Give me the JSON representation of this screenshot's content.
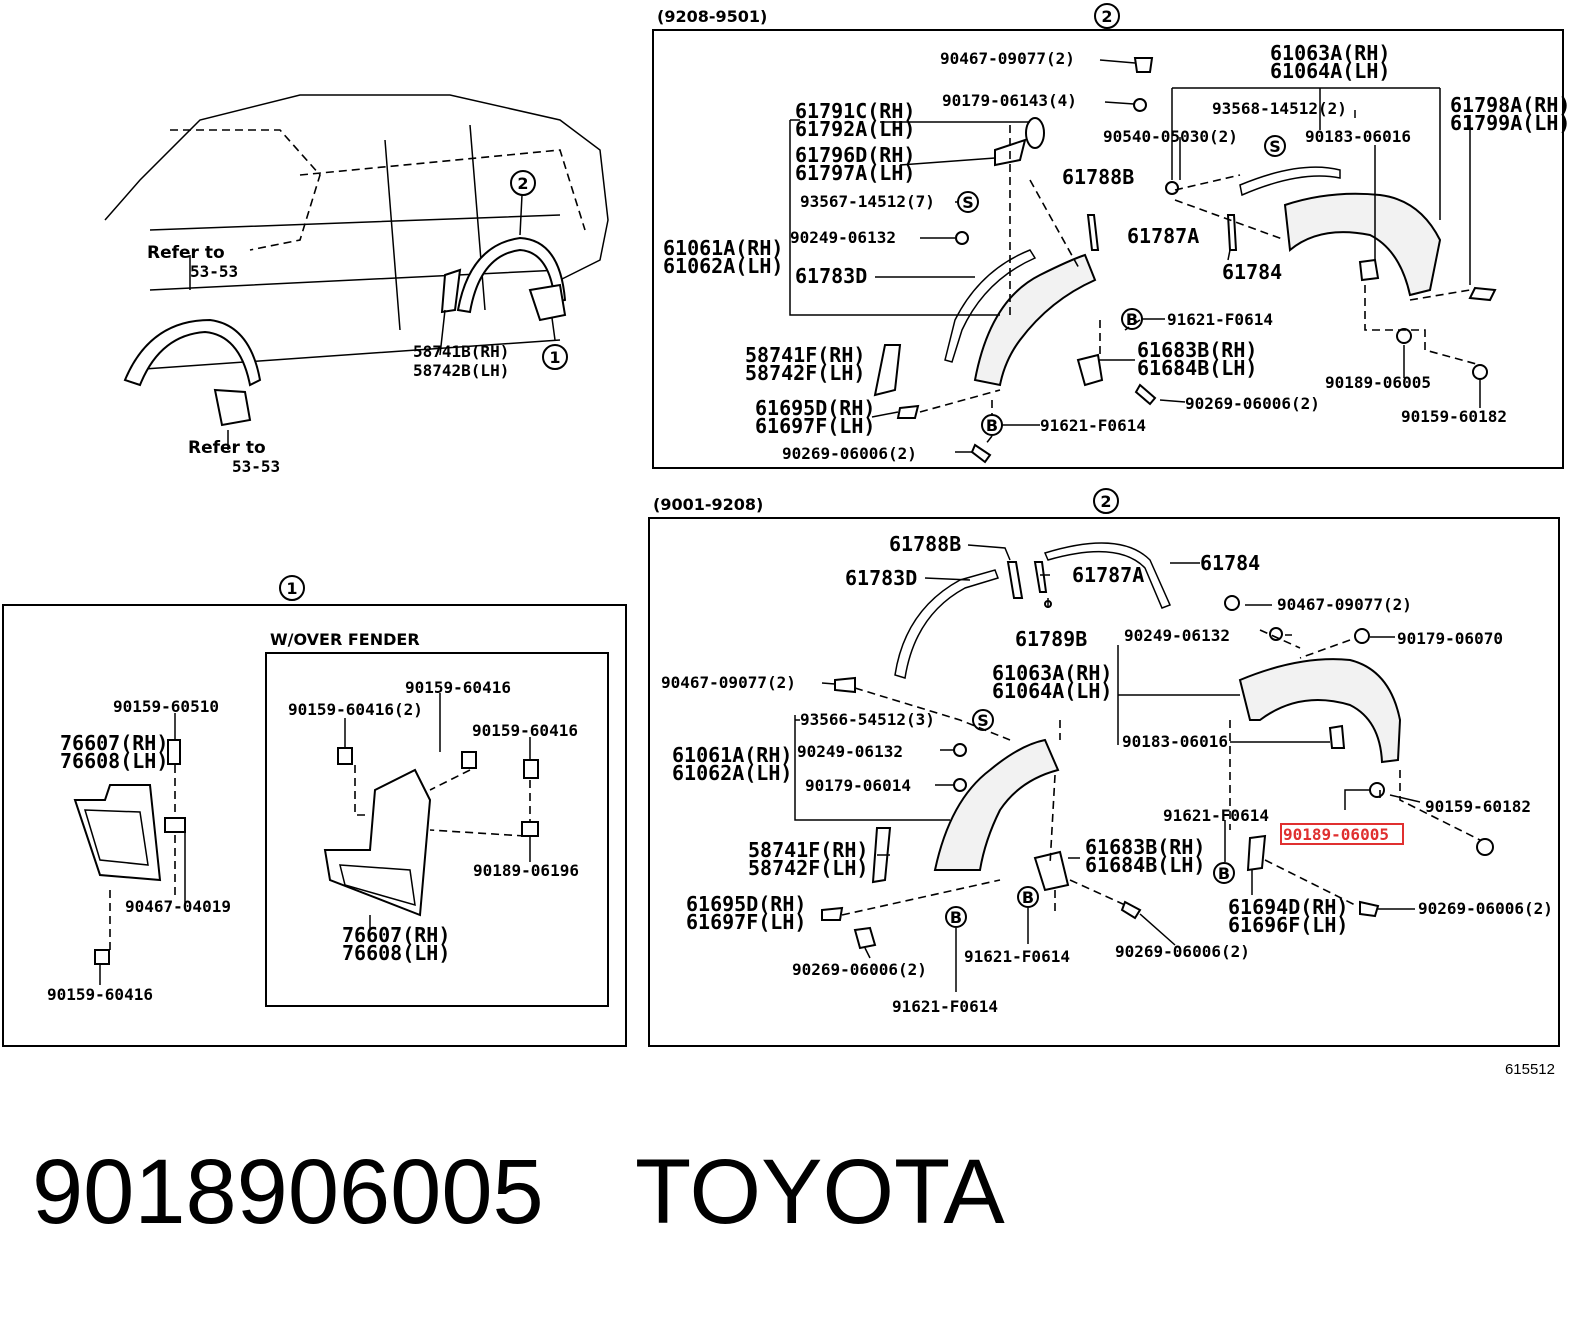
{
  "diagram_code": "615512",
  "part_number": "9018906005",
  "brand": "TOYOTA",
  "highlight_color": "#e03030",
  "overview": {
    "refer_front_1": "Refer to",
    "refer_front_2": "53-53",
    "refer_rear_1": "Refer to",
    "refer_rear_2": "53-53",
    "marker_1": "1",
    "marker_2": "2",
    "p_58741b": "58741B(RH)",
    "p_58742b": "58742B(LH)"
  },
  "mudguard": {
    "marker": "1",
    "sub_title": "W/OVER FENDER",
    "left": {
      "p_90159_60510": "90159-60510",
      "p_76607": "76607(RH)",
      "p_76608": "76608(LH)",
      "p_90467_04019": "90467-04019",
      "p_90159_60416": "90159-60416"
    },
    "right": {
      "p_90159_60416_a": "90159-60416",
      "p_90159_60416_2": "90159-60416(2)",
      "p_90159_60416_b": "90159-60416",
      "p_90189_06196": "90189-06196",
      "p_76607": "76607(RH)",
      "p_76608": "76608(LH)"
    }
  },
  "upper": {
    "range": "(9208-9501)",
    "marker": "2",
    "p_90467_09077": "90467-09077(2)",
    "p_90179_06143": "90179-06143(4)",
    "p_61063a": "61063A(RH)",
    "p_61064a": "61064A(LH)",
    "p_93568_14512": "93568-14512(2)",
    "p_90540_05030": "90540-05030(2)",
    "p_90183_06016": "90183-06016",
    "p_61798a": "61798A(RH)",
    "p_61799a": "61799A(LH)",
    "p_61791c": "61791C(RH)",
    "p_61792a": "61792A(LH)",
    "p_61796d": "61796D(RH)",
    "p_61797a": "61797A(LH)",
    "p_61788b": "61788B",
    "p_93567_14512": "93567-14512(7)",
    "p_61787a": "61787A",
    "p_61784": "61784",
    "p_90249_06132": "90249-06132",
    "p_61061a": "61061A(RH)",
    "p_61062a": "61062A(LH)",
    "p_61783d": "61783D",
    "p_91621_f0614_a": "91621-F0614",
    "p_61683b": "61683B(RH)",
    "p_61684b": "61684B(LH)",
    "p_58741f": "58741F(RH)",
    "p_58742f": "58742F(LH)",
    "p_90189_06005": "90189-06005",
    "p_90269_06006_a": "90269-06006(2)",
    "p_90159_60182": "90159-60182",
    "p_61695d": "61695D(RH)",
    "p_61697f": "61697F(LH)",
    "p_91621_f0614_b": "91621-F0614",
    "p_90269_06006_b": "90269-06006(2)",
    "clip_s": "S",
    "clip_b": "B"
  },
  "lower": {
    "range": "(9001-9208)",
    "marker": "2",
    "p_61788b": "61788B",
    "p_61784": "61784",
    "p_61783d": "61783D",
    "p_61787a": "61787A",
    "p_90467_09077_a": "90467-09077(2)",
    "p_61789b": "61789B",
    "p_90249_06132_a": "90249-06132",
    "p_90179_06070": "90179-06070",
    "p_90467_09077_b": "90467-09077(2)",
    "p_61063a": "61063A(RH)",
    "p_61064a": "61064A(LH)",
    "p_93566_54512": "93566-54512(3)",
    "p_61061a": "61061A(RH)",
    "p_61062a": "61062A(LH)",
    "p_90249_06132_b": "90249-06132",
    "p_90183_06016": "90183-06016",
    "p_90179_06014": "90179-06014",
    "p_90159_60182": "90159-60182",
    "p_91621_f0614_a": "91621-F0614",
    "p_90189_06005": "90189-06005",
    "p_58741f": "58741F(RH)",
    "p_58742f": "58742F(LH)",
    "p_61683b": "61683B(RH)",
    "p_61684b": "61684B(LH)",
    "p_61694d": "61694D(RH)",
    "p_61696f": "61696F(LH)",
    "p_90269_06006_a": "90269-06006(2)",
    "p_61695d": "61695D(RH)",
    "p_61697f": "61697F(LH)",
    "p_90269_06006_b": "90269-06006(2)",
    "p_91621_f0614_b": "91621-F0614",
    "p_90269_06006_c": "90269-06006(2)",
    "p_91621_f0614_c": "91621-F0614",
    "clip_s": "S",
    "clip_b": "B"
  }
}
